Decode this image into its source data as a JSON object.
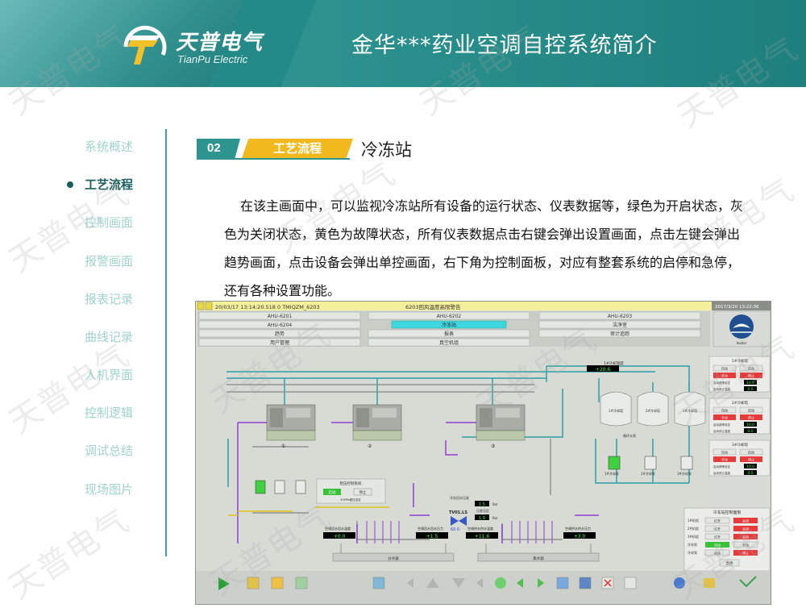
{
  "header": {
    "title": "金华***药业空调自控系统简介",
    "logo_cn": "天普电气",
    "logo_en": "TianPu Electric"
  },
  "nav": {
    "items": [
      {
        "label": "系统概述",
        "active": false
      },
      {
        "label": "工艺流程",
        "active": true
      },
      {
        "label": "控制画面",
        "active": false
      },
      {
        "label": "报警画面",
        "active": false
      },
      {
        "label": "报表记录",
        "active": false
      },
      {
        "label": "曲线记录",
        "active": false
      },
      {
        "label": "人机界面",
        "active": false
      },
      {
        "label": "控制逻辑",
        "active": false
      },
      {
        "label": "调试总结",
        "active": false
      },
      {
        "label": "现场图片",
        "active": false
      }
    ]
  },
  "section": {
    "number": "02",
    "tag": "工艺流程",
    "title": "冷冻站",
    "description": "在该主画面中，可以监视冷冻站所有设备的运行状态、仪表数据等，绿色为开启状态，灰色为关闭状态，黄色为故障状态，所有仪表数据点击右键会弹出设置画面，点击左键会弹出趋势画面，点击设备会弹出单控画面，右下角为控制面板，对应有整套系统的启停和急停，还有各种设置功能。"
  },
  "scada": {
    "alarm_time": "20/03/17 13:14:20.518 0   TMIQZM_6203",
    "alarm_text": "6203回风温度高限警告",
    "clock": "2017/3/20 13:22:06",
    "menu": [
      [
        "AHU-6201",
        "AHU-6202",
        "AHU-6203"
      ],
      [
        "AHU-6204",
        "冷冻站",
        "洁净室"
      ],
      [
        "趋势",
        "报表",
        "审计追踪"
      ],
      [
        "用户管理",
        "真空机组",
        ""
      ]
    ],
    "tower_temp_label": "1#冷却温度",
    "tower_temp": "+20.6",
    "chillers": [
      "①",
      "②",
      "③"
    ],
    "towers": [
      "1#冷却塔",
      "2#冷却塔",
      "3#冷却塔"
    ],
    "tower_pump": "循环水泵",
    "tower_panels": [
      {
        "title": "1#冷却塔",
        "auto": "自动",
        "start": "启动",
        "manual": "手动",
        "stop": "停止",
        "row1": "启动频率设定",
        "val1": "10.0",
        "row2": "启动停止温度",
        "val2": "0.0"
      },
      {
        "title": "2#冷却塔",
        "auto": "自动",
        "start": "启动",
        "manual": "手动",
        "stop": "停止",
        "row1": "启动频率设定",
        "val1": "10.0",
        "row2": "启动停止温度",
        "val2": "0.0"
      },
      {
        "title": "3#冷却塔",
        "auto": "自动",
        "start": "启动",
        "manual": "手动",
        "stop": "停止",
        "row1": "启动频率设定",
        "val1": "10.0",
        "row2": "启动停止温度",
        "val2": "0.0"
      }
    ],
    "pump_labels": [
      "1#冷却泵",
      "2#冷却泵",
      "3#冷却泵"
    ],
    "pressure_panel": {
      "title": "稳压控制系统",
      "start": "启动",
      "stop": "停止",
      "note": "20MPa稳压设定"
    },
    "tv_label": "TV01.LS",
    "tv_value": "60.0",
    "bypass_label": "冷冻回水压差",
    "bypass_value": "1.5",
    "bypass_label2": "压差设定",
    "bypass_value2": "1.9",
    "bypass_unit": "Bar",
    "gauges": [
      {
        "label": "空调回水回水温度",
        "value": "+0.0"
      },
      {
        "label": "空调回水回水压力",
        "value": "+1.5"
      },
      {
        "label": "空调供水供水温度",
        "value": "+11.6"
      },
      {
        "label": "空调供水供水压力",
        "value": "+3.0"
      }
    ],
    "headers": [
      "分水器",
      "集水器"
    ],
    "control_panel": {
      "title": "冷冻站控制面板",
      "rows": [
        {
          "label": "1#机组",
          "a": "打开",
          "b": "关闭"
        },
        {
          "label": "2#机组",
          "a": "打开",
          "b": "关闭"
        },
        {
          "label": "3#机组",
          "a": "打开",
          "b": "关闭"
        },
        {
          "label": "冷冻泵",
          "a": "自动",
          "b": "手动"
        },
        {
          "label": "冷却泵",
          "a": "启动",
          "b": "停止"
        }
      ],
      "estop": "急停"
    },
    "logo_label": "leader"
  },
  "watermark": "天普电气"
}
